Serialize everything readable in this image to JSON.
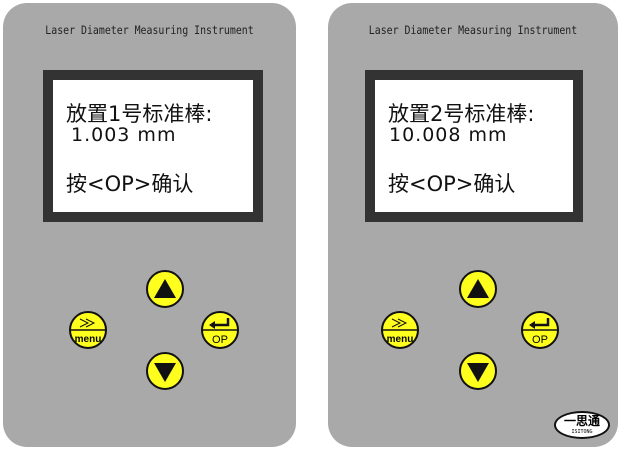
{
  "panels": [
    {
      "title": "Laser Diameter Measuring Instrument",
      "line1": "放置1号标准棒:",
      "line2": "1.003 mm",
      "line3": "按<OP>确认"
    },
    {
      "title": "Laser Diameter Measuring Instrument",
      "line1": "放置2号标准棒:",
      "line2": "10.008 mm",
      "line3": "按<OP>确认"
    }
  ],
  "buttons": {
    "menu_top": "≫",
    "menu_label": "menu",
    "op_label": "OP"
  },
  "logo": {
    "text": "一思通",
    "sub": "ISITONG"
  },
  "colors": {
    "panel": "#a9a9a9",
    "button": "#ffff1e"
  }
}
